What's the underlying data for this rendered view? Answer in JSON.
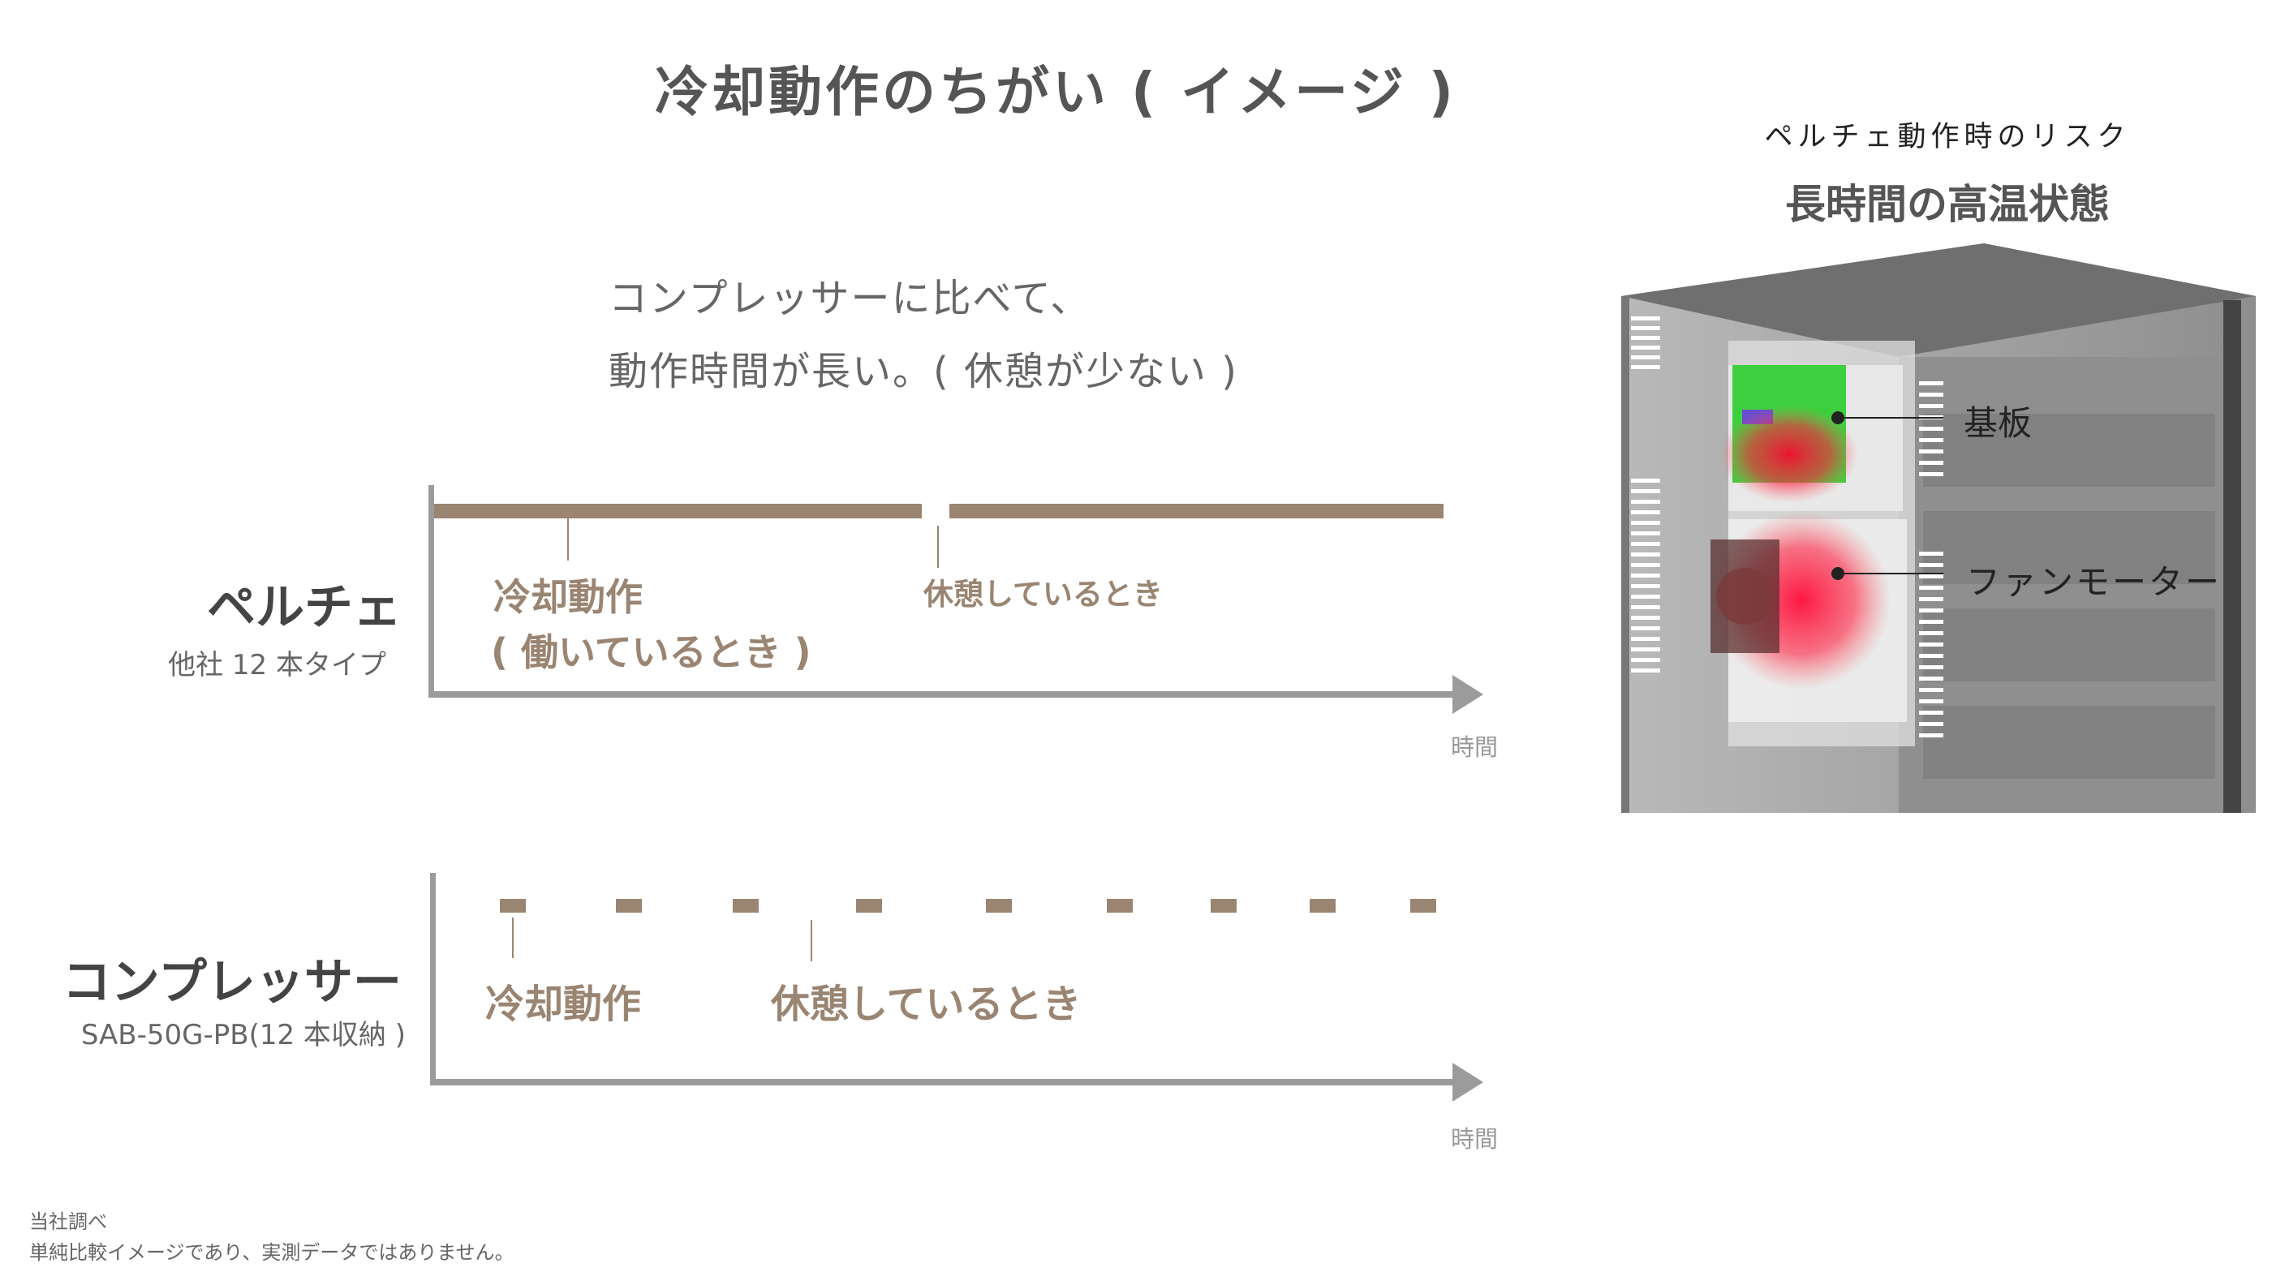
{
  "title": "冷却動作のちがい ( イメージ )",
  "summary": {
    "line1": "コンプレッサーに比べて、",
    "line2": "動作時間が長い。( 休憩が少ない )"
  },
  "colors": {
    "accent": "#9a8572",
    "axis": "#9b9b9b",
    "text": "#555555"
  },
  "peltier": {
    "label": "ペルチェ",
    "sublabel": "他社 12 本タイプ",
    "cooling_label": "冷却動作",
    "cooling_sub": "( 働いているとき )",
    "rest_label": "休憩しているとき",
    "axis_label": "時間"
  },
  "compressor": {
    "label": "コンプレッサー",
    "sublabel": "SAB-50G-PB(12 本収納 )",
    "cooling_label": "冷却動作",
    "rest_label": "休憩しているとき",
    "axis_label": "時間"
  },
  "risk": {
    "heading": "ペルチェ動作時のリスク",
    "title": "長時間の高温状態",
    "callouts": [
      "基板",
      "ファンモーター"
    ]
  },
  "footnote": {
    "line1": "当社調べ",
    "line2": "単純比較イメージであり、実測データではありません。"
  }
}
